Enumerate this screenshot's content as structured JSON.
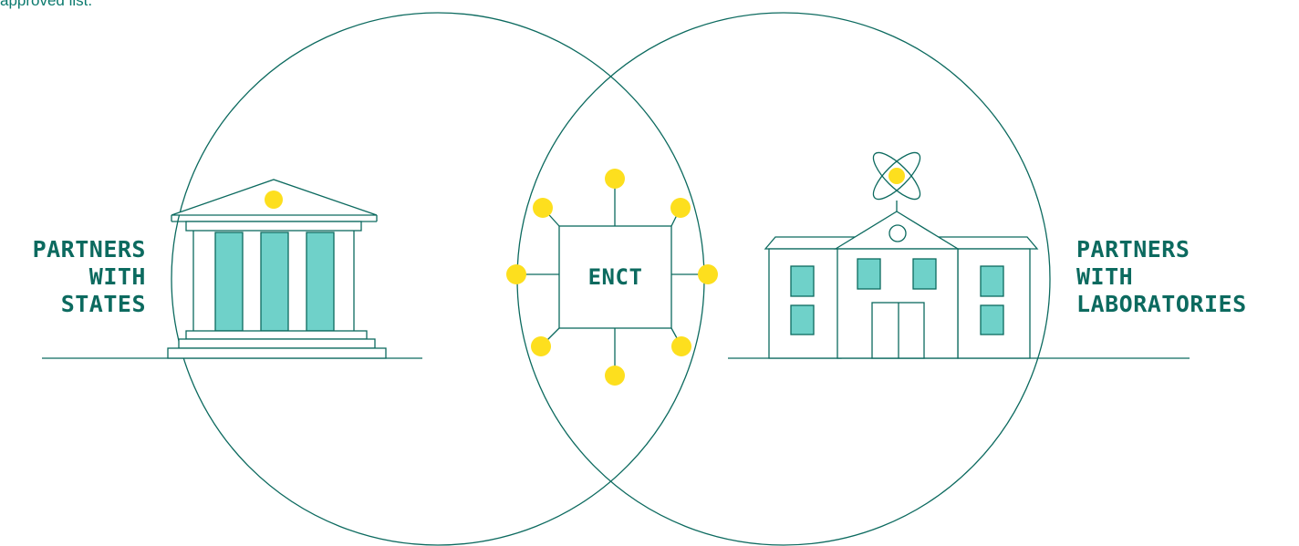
{
  "intro": {
    "text_fragment": "approved list."
  },
  "labels": {
    "left": [
      "PARTNERS",
      "WITH",
      "STATES"
    ],
    "center": "ENCT",
    "right": [
      "PARTNERS",
      "WITH",
      "LABORATORIES"
    ]
  },
  "colors": {
    "line": "#0c6a5f",
    "fill": "#6fd1c9",
    "dot": "#fddf1e",
    "text": "#0c6a5f"
  },
  "icons": {
    "left": "government-building-icon",
    "center": "network-hub-icon",
    "right": "laboratory-building-icon"
  }
}
